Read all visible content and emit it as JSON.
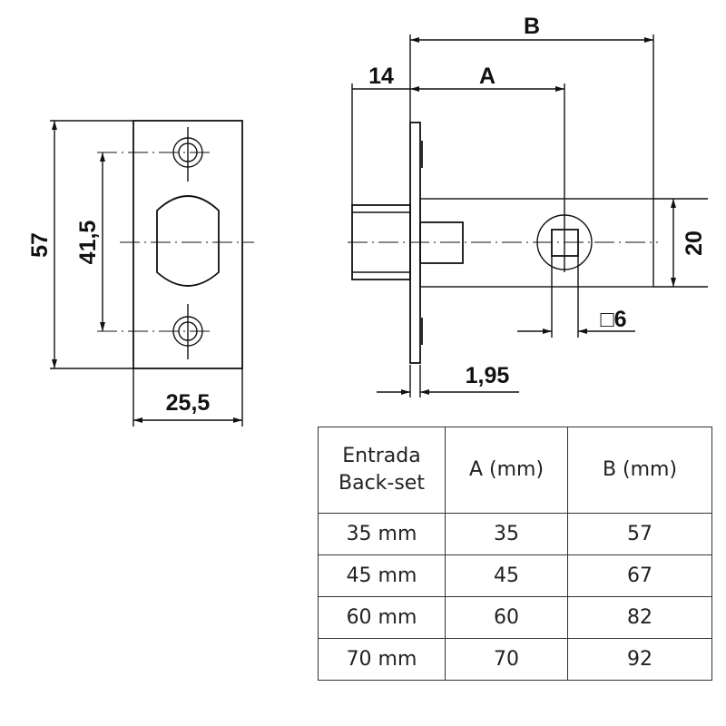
{
  "front_view": {
    "dim_height": "57",
    "dim_hole_spacing": "41,5",
    "dim_width": "25,5"
  },
  "side_view": {
    "dim_b": "B",
    "dim_a": "A",
    "dim_14": "14",
    "dim_20": "20",
    "dim_square": "□6",
    "dim_plate": "1,95"
  },
  "table": {
    "headers": [
      "Entrada\nBack-set",
      "A (mm)",
      "B (mm)"
    ],
    "header_line1": "Entrada",
    "header_line2": "Back-set",
    "rows": [
      [
        "35 mm",
        "35",
        "57"
      ],
      [
        "45 mm",
        "45",
        "67"
      ],
      [
        "60 mm",
        "60",
        "82"
      ],
      [
        "70 mm",
        "70",
        "92"
      ]
    ]
  }
}
